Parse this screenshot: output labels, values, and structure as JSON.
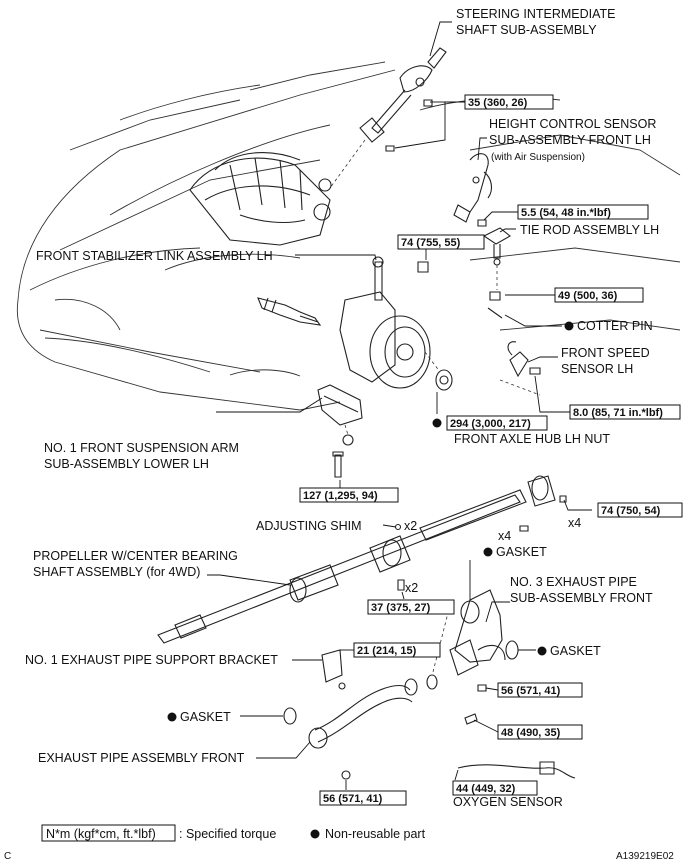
{
  "labels": {
    "steering_shaft": [
      "STEERING INTERMEDIATE",
      "SHAFT SUB-ASSEMBLY"
    ],
    "height_sensor": [
      "HEIGHT CONTROL SENSOR",
      "SUB-ASSEMBLY FRONT  LH",
      "(with Air Suspension)"
    ],
    "tie_rod": "TIE ROD ASSEMBLY LH",
    "stabilizer_link": "FRONT STABILIZER LINK ASSEMBLY LH",
    "cotter_pin": "COTTER PIN",
    "speed_sensor": [
      "FRONT SPEED",
      "SENSOR LH"
    ],
    "axle_nut": "FRONT AXLE HUB LH NUT",
    "lower_arm": [
      "NO. 1 FRONT SUSPENSION ARM",
      "SUB-ASSEMBLY LOWER LH"
    ],
    "adjusting_shim": "ADJUSTING SHIM",
    "gasket": "GASKET",
    "propeller": [
      "PROPELLER W/CENTER BEARING",
      "SHAFT ASSEMBLY (for 4WD)"
    ],
    "exhaust_no3": [
      "NO. 3 EXHAUST PIPE",
      "SUB-ASSEMBLY FRONT"
    ],
    "support_bracket": "NO. 1 EXHAUST PIPE SUPPORT BRACKET",
    "exhaust_front": "EXHAUST PIPE ASSEMBLY FRONT",
    "oxygen_sensor": "OXYGEN SENSOR"
  },
  "multipliers": {
    "x2_shim": "x2",
    "x2_bolt": "x2",
    "x4_a": "x4",
    "x4_b": "x4"
  },
  "torques": {
    "t35": "35 (360, 26)",
    "t5_5": "5.5 (54, 48 in.*lbf)",
    "t74a": "74 (755, 55)",
    "t49": "49 (500, 36)",
    "t8": "8.0 (85, 71 in.*lbf)",
    "t294": "294 (3,000, 217)",
    "t127": "127 (1,295, 94)",
    "t74b": "74 (750, 54)",
    "t37": "37 (375, 27)",
    "t21": "21 (214, 15)",
    "t56a": "56 (571, 41)",
    "t48": "48 (490, 35)",
    "t56b": "56 (571, 41)",
    "t44": "44 (449, 32)"
  },
  "legend": {
    "torque_unit": "N*m (kgf*cm, ft.*lbf)",
    "torque_desc": ": Specified torque",
    "non_reusable": "Non-reusable part"
  },
  "footer": {
    "corner": "C",
    "code": "A139219E02"
  }
}
